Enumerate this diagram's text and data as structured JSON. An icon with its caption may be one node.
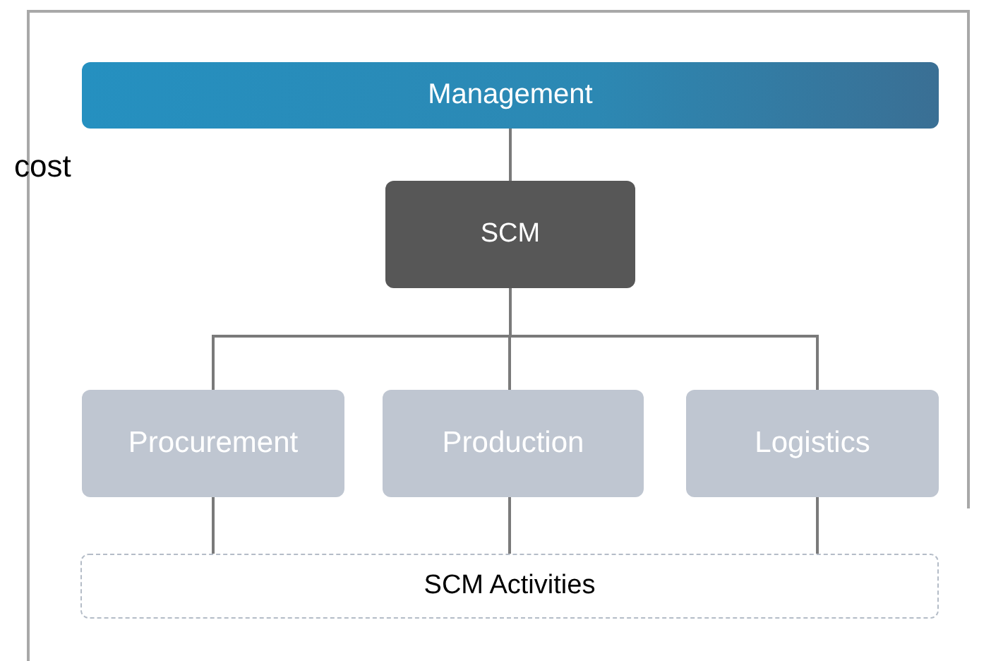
{
  "diagram": {
    "nodes": [
      {
        "text": [
          "Management"
        ]
      },
      {
        "text": [
          "SCM"
        ]
      },
      {
        "text": [
          "Procurement"
        ]
      },
      {
        "text": [
          "Production"
        ]
      },
      {
        "text": [
          "Logistics"
        ]
      },
      {
        "text": [
          "SCM Activities"
        ]
      }
    ],
    "edges": [
      {
        "from": 0,
        "to": 1,
        "arrow": "none"
      },
      {
        "from": 1,
        "to": 2,
        "arrow": "none"
      },
      {
        "from": 1,
        "to": 3,
        "arrow": "none"
      },
      {
        "from": 1,
        "to": 4,
        "arrow": "none"
      },
      {
        "from": 2,
        "to": 5,
        "arrow": "none"
      },
      {
        "from": 3,
        "to": 5,
        "arrow": "none"
      },
      {
        "from": 4,
        "to": 5,
        "arrow": "none"
      }
    ],
    "labels": [
      "cost"
    ]
  }
}
